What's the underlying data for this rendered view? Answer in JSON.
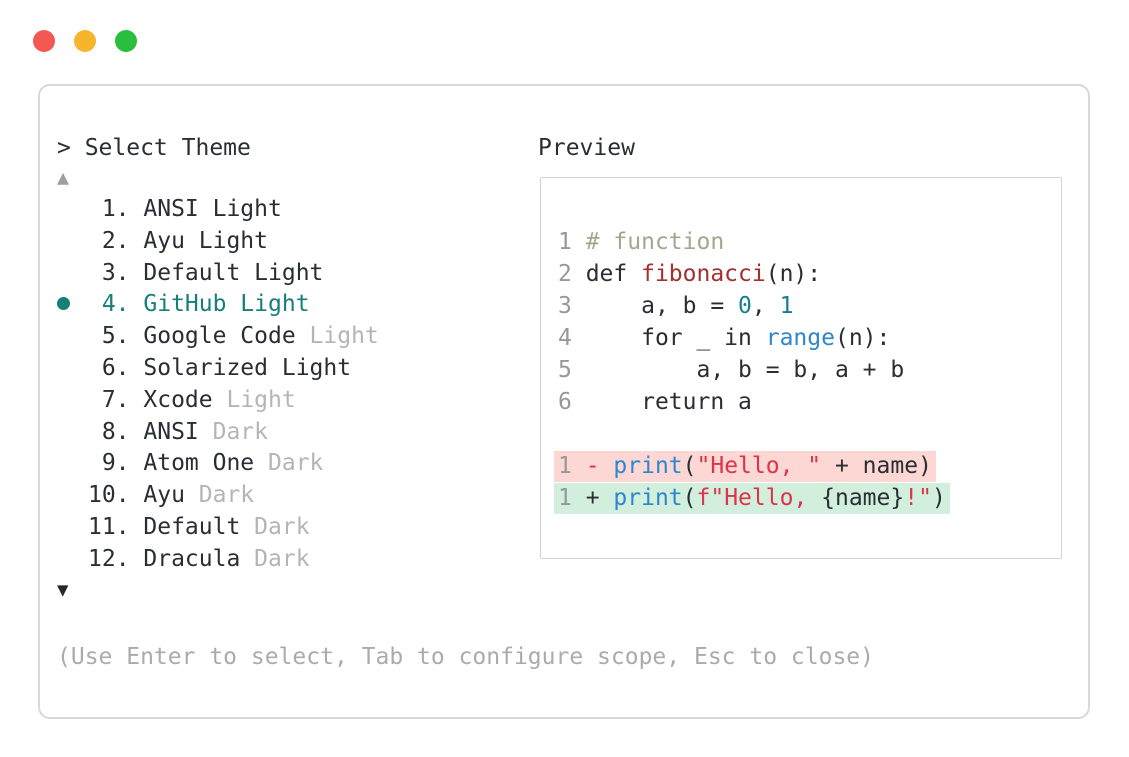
{
  "window": {
    "traffic_lights": [
      {
        "name": "close",
        "color": "#f35952"
      },
      {
        "name": "minimize",
        "color": "#f5b52c"
      },
      {
        "name": "zoom",
        "color": "#2abe3e"
      }
    ]
  },
  "colors": {
    "text": "#282e33",
    "muted": "#b5b5b5",
    "accent": "#177e7b",
    "help": "#ababab",
    "border": "#d8d8d8",
    "preview_border": "#d2d2d2",
    "arrow_up": "#9e9e9e",
    "arrow_down": "#23282d"
  },
  "prompt": {
    "text": "> Select Theme"
  },
  "scroll": {
    "up": "▲",
    "down": "▼"
  },
  "theme_list": {
    "items": [
      {
        "number": "1.",
        "name": "ANSI Light",
        "variant": "",
        "selected": false
      },
      {
        "number": "2.",
        "name": "Ayu Light",
        "variant": "",
        "selected": false
      },
      {
        "number": "3.",
        "name": "Default Light",
        "variant": "",
        "selected": false
      },
      {
        "number": "4.",
        "name": "GitHub Light",
        "variant": "",
        "selected": true
      },
      {
        "number": "5.",
        "name": "Google Code",
        "variant": "Light",
        "selected": false
      },
      {
        "number": "6.",
        "name": "Solarized Light",
        "variant": "",
        "selected": false
      },
      {
        "number": "7.",
        "name": "Xcode",
        "variant": "Light",
        "selected": false
      },
      {
        "number": "8.",
        "name": "ANSI",
        "variant": "Dark",
        "selected": false
      },
      {
        "number": "9.",
        "name": "Atom One",
        "variant": "Dark",
        "selected": false
      },
      {
        "number": "10.",
        "name": "Ayu",
        "variant": "Dark",
        "selected": false
      },
      {
        "number": "11.",
        "name": "Default",
        "variant": "Dark",
        "selected": false
      },
      {
        "number": "12.",
        "name": "Dracula",
        "variant": "Dark",
        "selected": false
      }
    ]
  },
  "preview": {
    "title": "Preview",
    "palette": {
      "fg": "#282e33",
      "comment": "#a3a78e",
      "func": "#a52f2f",
      "number": "#15808b",
      "call": "#2e86cd",
      "string": "#df3347",
      "line_number": "#95989c",
      "removed_bg": "#fcd7d4",
      "added_bg": "#d2eedc"
    },
    "code_lines": [
      {
        "num": "1",
        "segments": [
          {
            "t": "# function",
            "c": "comment"
          }
        ]
      },
      {
        "num": "2",
        "segments": [
          {
            "t": "def ",
            "c": "fg"
          },
          {
            "t": "fibonacci",
            "c": "func"
          },
          {
            "t": "(n):",
            "c": "fg"
          }
        ]
      },
      {
        "num": "3",
        "segments": [
          {
            "t": "    a, b = ",
            "c": "fg"
          },
          {
            "t": "0",
            "c": "number"
          },
          {
            "t": ", ",
            "c": "fg"
          },
          {
            "t": "1",
            "c": "number"
          }
        ]
      },
      {
        "num": "4",
        "segments": [
          {
            "t": "    for _ in ",
            "c": "fg"
          },
          {
            "t": "range",
            "c": "call"
          },
          {
            "t": "(n):",
            "c": "fg"
          }
        ]
      },
      {
        "num": "5",
        "segments": [
          {
            "t": "        a, b = b, a + b",
            "c": "fg"
          }
        ]
      },
      {
        "num": "6",
        "segments": [
          {
            "t": "    return a",
            "c": "fg"
          }
        ]
      }
    ],
    "diff_lines": [
      {
        "num": "1",
        "bg": "removed_bg",
        "segments": [
          {
            "t": "- ",
            "c": "string"
          },
          {
            "t": "print",
            "c": "call"
          },
          {
            "t": "(",
            "c": "fg"
          },
          {
            "t": "\"Hello, \"",
            "c": "string"
          },
          {
            "t": " + name)",
            "c": "fg"
          }
        ]
      },
      {
        "num": "1",
        "bg": "added_bg",
        "segments": [
          {
            "t": "+ ",
            "c": "fg"
          },
          {
            "t": "print",
            "c": "call"
          },
          {
            "t": "(",
            "c": "fg"
          },
          {
            "t": "f\"Hello, ",
            "c": "string"
          },
          {
            "t": "{name}",
            "c": "fg"
          },
          {
            "t": "!\"",
            "c": "string"
          },
          {
            "t": ")",
            "c": "fg"
          }
        ]
      }
    ]
  },
  "help": {
    "text": "(Use Enter to select, Tab to configure scope, Esc to close)"
  }
}
